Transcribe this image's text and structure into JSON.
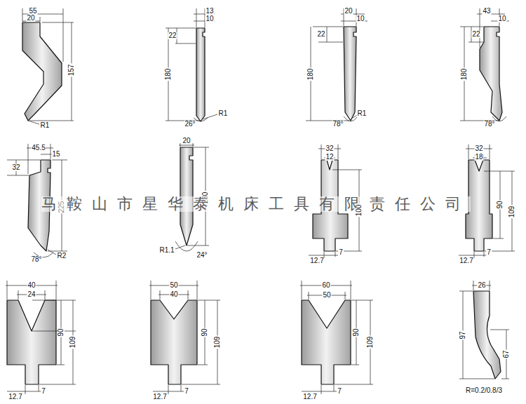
{
  "diagram": {
    "labels": [
      "55",
      "20",
      "157",
      "R1",
      "13",
      "10",
      "22",
      "180",
      "R1",
      "26°",
      "20",
      "10",
      "22",
      "180",
      "R1",
      "78°",
      "43",
      "10",
      "22",
      "180",
      "78°",
      "45.5",
      "15",
      "32",
      "225",
      "78°",
      "R2",
      "20",
      "230",
      "R1.1",
      "24°",
      "马鞍山市星华泰机床工具有限责任公司",
      "32",
      "12",
      "100",
      "12.7",
      "7",
      "32",
      "18",
      "90",
      "109",
      "12.7",
      "7",
      "40",
      "24",
      "90",
      "109",
      "12.7",
      "7",
      "50",
      "40",
      "90",
      "109",
      "12.7",
      "7",
      "60",
      "50",
      "90",
      "109",
      "12.7",
      "7",
      "26",
      "97",
      "67",
      "R=0.2/0.8/3"
    ]
  }
}
